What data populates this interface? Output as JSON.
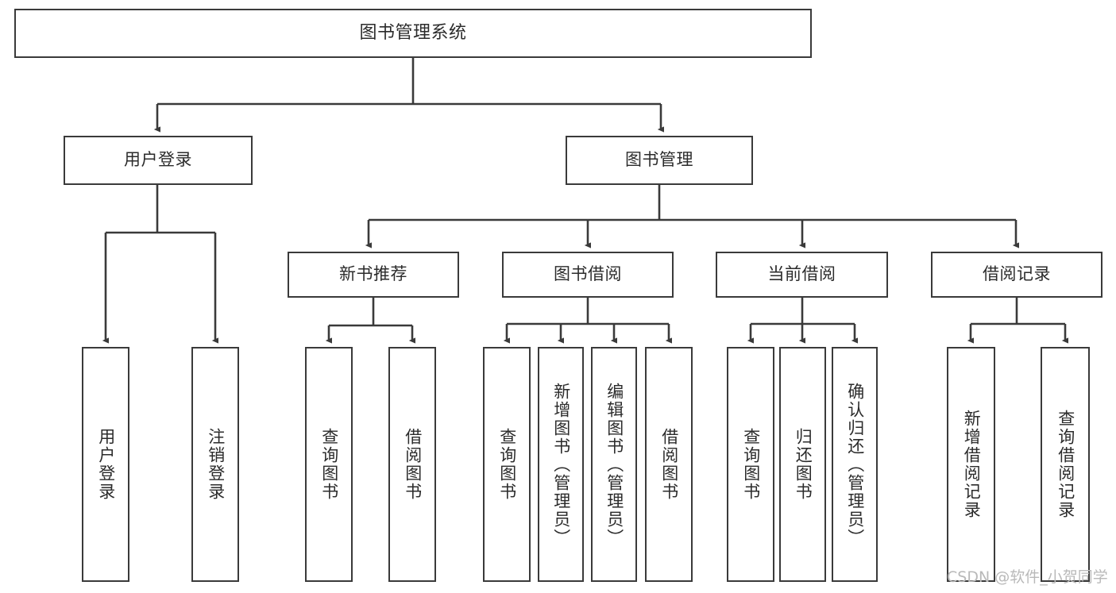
{
  "diagram": {
    "title": "图书管理系统",
    "type": "tree-hierarchy",
    "orientation": "top-down",
    "colors": {
      "box_border": "#3a3a3a",
      "box_fill": "#ffffff",
      "edge": "#3a3a3a",
      "text": "#2b2b2b",
      "background": "#ffffff",
      "watermark": "#b9b9b9"
    },
    "watermark": "CSDN @软件_小贺同学"
  },
  "nodes": {
    "root": {
      "label": "图书管理系统"
    },
    "tier1": [
      {
        "label": "用户登录"
      },
      {
        "label": "图书管理"
      }
    ],
    "tier2": [
      {
        "label": "新书推荐"
      },
      {
        "label": "图书借阅"
      },
      {
        "label": "当前借阅"
      },
      {
        "label": "借阅记录"
      }
    ],
    "leaves": {
      "user_login": [
        {
          "label": "用户登录"
        },
        {
          "label": "注销登录"
        }
      ],
      "new_book_recommend": [
        {
          "label": "查询图书"
        },
        {
          "label": "借阅图书"
        }
      ],
      "book_borrow": [
        {
          "label": "查询图书"
        },
        {
          "label": "新增图书（管理员）"
        },
        {
          "label": "编辑图书（管理员）"
        },
        {
          "label": "借阅图书"
        }
      ],
      "current_borrow": [
        {
          "label": "查询图书"
        },
        {
          "label": "归还图书"
        },
        {
          "label": "确认归还（管理员）"
        }
      ],
      "borrow_record": [
        {
          "label": "新增借阅记录"
        },
        {
          "label": "查询借阅记录"
        }
      ]
    }
  }
}
